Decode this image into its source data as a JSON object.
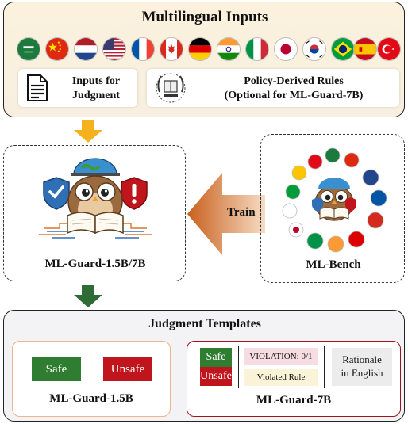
{
  "top": {
    "title": "Multilingual Inputs",
    "flags": [
      "saudi-arabia",
      "china",
      "netherlands",
      "usa",
      "france",
      "canada",
      "germany",
      "india",
      "italy",
      "japan",
      "south-korea",
      "brazil",
      "spain",
      "turkey"
    ],
    "inputs_label_line1": "Inputs for",
    "inputs_label_line2": "Judgment",
    "rules_line1": "Policy-Derived Rules",
    "rules_line2": "(Optional for ML-Guard-7B)"
  },
  "middle": {
    "model_label": "ML-Guard-1.5B/7B",
    "train_label": "Train",
    "bench_label": "ML-Bench"
  },
  "bottom": {
    "title": "Judgment Templates",
    "left": {
      "safe": "Safe",
      "unsafe": "Unsafe",
      "label": "ML-Guard-1.5B"
    },
    "right": {
      "safe": "Safe",
      "unsafe": "Unsafe",
      "violation": "VIOLATION: 0/1",
      "violated_rule": "Violated Rule",
      "rationale_line1": "Rationale",
      "rationale_line2": "in English",
      "label": "ML-Guard-7B"
    }
  },
  "colors": {
    "arrow_top": "#f5b21b",
    "arrow_bottom": "#2e6b35",
    "train_arrow": "#d9762a",
    "safe": "#2f7d31",
    "unsafe": "#c0151c"
  }
}
